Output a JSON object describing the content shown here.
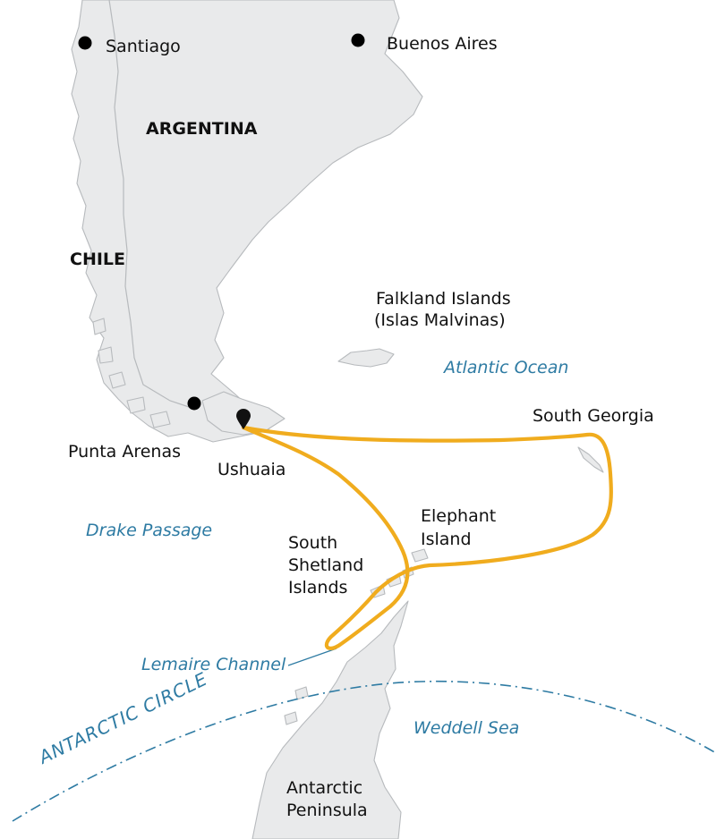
{
  "labels": {
    "santiago": "Santiago",
    "buenos_aires": "Buenos Aires",
    "argentina": "ARGENTINA",
    "chile": "CHILE",
    "falkland_1": "Falkland Islands",
    "falkland_2": "(Islas Malvinas)",
    "atlantic": "Atlantic Ocean",
    "south_georgia": "South Georgia",
    "punta_arenas": "Punta Arenas",
    "ushuaia": "Ushuaia",
    "drake": "Drake Passage",
    "elephant_1": "Elephant",
    "elephant_2": "Island",
    "shetland_1": "South",
    "shetland_2": "Shetland",
    "shetland_3": "Islands",
    "lemaire": "Lemaire Channel",
    "antarctic_circle": "ANTARCTIC CIRCLE",
    "weddell": "Weddell Sea",
    "peninsula_1": "Antarctic",
    "peninsula_2": "Peninsula"
  },
  "colors": {
    "land": "#e9eaeb",
    "coast": "#b7babd",
    "route": "#f0ac1e",
    "water_label": "#2e7ba3",
    "city_dot": "#000000"
  },
  "icons": {
    "city": "filled-circle",
    "start_port": "map-pin"
  }
}
